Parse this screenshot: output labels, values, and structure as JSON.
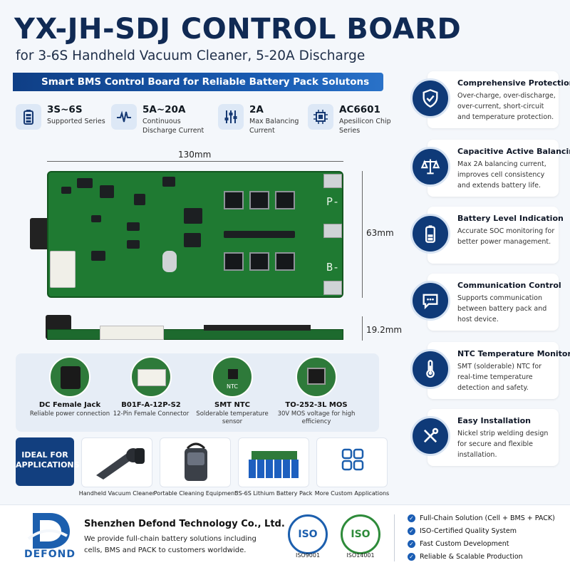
{
  "header": {
    "title": "YX-JH-SDJ CONTROL BOARD",
    "subtitle": "for 3-6S Handheld Vacuum Cleaner, 5-20A Discharge",
    "banner": "Smart BMS Control Board for Reliable Battery Pack Solutons"
  },
  "specs": [
    {
      "value": "3S~6S",
      "label": "Supported Series",
      "icon": "battery-icon"
    },
    {
      "value": "5A~20A",
      "label": "Continuous Discharge Current",
      "icon": "pulse-icon"
    },
    {
      "value": "2A",
      "label": "Max Balancing Current",
      "icon": "sliders-icon"
    },
    {
      "value": "AC6601",
      "label": "Apesilicon Chip Series",
      "icon": "chip-icon"
    }
  ],
  "dimensions": {
    "length": "130mm",
    "width": "63mm",
    "thickness": "19.2mm"
  },
  "board_labels": {
    "p_minus": "P-",
    "b_minus": "B-"
  },
  "components": [
    {
      "name": "DC Female Jack",
      "desc": "Reliable power connection"
    },
    {
      "name": "B01F-A-12P-S2",
      "desc": "12-Pin Female Connector"
    },
    {
      "name": "SMT NTC",
      "desc": "Solderable temperature sensor",
      "tag": "NTC"
    },
    {
      "name": "TO-252-3L MOS",
      "desc": "30V MOS voltage for high efficiency"
    }
  ],
  "applications": {
    "heading": "IDEAL FOR APPLICATIONS",
    "items": [
      "Handheld Vacuum Cleaner",
      "Portable Cleaning Equipment",
      "3S-6S Lithium Battery Pack",
      "More Custom Applications"
    ]
  },
  "features": [
    {
      "title": "Comprehensive Protection",
      "desc": "Over-charge, over-discharge, over-current, short-circuit and temperature protection.",
      "icon": "shield-check-icon"
    },
    {
      "title": "Capacitive Active Balancing",
      "desc": "Max 2A balancing current, improves cell consistency and extends battery life.",
      "icon": "scale-icon"
    },
    {
      "title": "Battery Level Indication",
      "desc": "Accurate SOC monitoring for better power management.",
      "icon": "battery-level-icon"
    },
    {
      "title": "Communication Control",
      "desc": "Supports communication between battery pack and host device.",
      "icon": "chat-bubble-icon"
    },
    {
      "title": "NTC Temperature Monitoring",
      "desc": "SMT (solderable) NTC for real-time temperature detection and safety.",
      "icon": "thermometer-icon"
    },
    {
      "title": "Easy Installation",
      "desc": "Nickel strip welding design for secure and flexible installation.",
      "icon": "tools-icon"
    }
  ],
  "footer": {
    "logo_text": "DEFOND",
    "company": "Shenzhen Defond Technology Co., Ltd.",
    "description": "We provide full-chain battery solutions including cells, BMS and PACK to customers worldwide.",
    "certs": [
      {
        "mark": "ISO",
        "label": "ISO9001",
        "color": "#1c5fae"
      },
      {
        "mark": "ISO",
        "label": "ISO14001",
        "color": "#2e8b3a"
      }
    ],
    "checklist": [
      "Full-Chain Solution (Cell + BMS + PACK)",
      "ISO-Certified Quality System",
      "Fast Custom Development",
      "Reliable & Scalable Production"
    ]
  },
  "colors": {
    "navy": "#102a54",
    "accent": "#1a5db4",
    "pcb_green": "#1f7a32"
  }
}
